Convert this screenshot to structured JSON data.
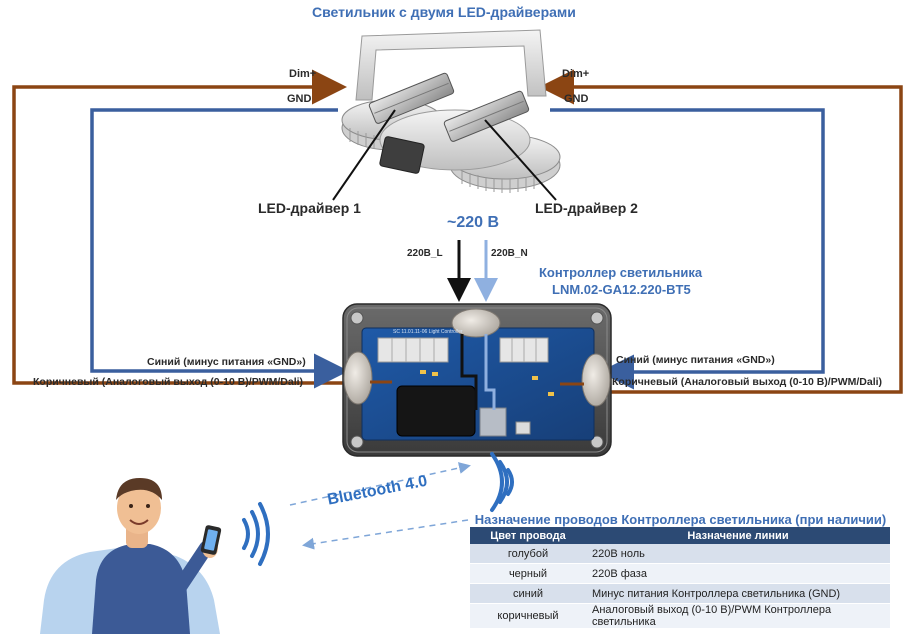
{
  "title": "Светильник с двумя LED-драйверами",
  "lamp": {
    "dim_left": "Dim+",
    "gnd_left": "GND",
    "dim_right": "Dim+",
    "gnd_right": "GND",
    "driver1": "LED-драйвер 1",
    "driver2": "LED-драйвер 2"
  },
  "power": {
    "voltage": "~220 В",
    "line_l": "220В_L",
    "line_n": "220В_N"
  },
  "controller": {
    "title_line1": "Контроллер светильника",
    "title_line2": "LNM.02-GA12.220-BT5",
    "pcb_text": "SC 11.01.11-06 Light Controller"
  },
  "wire_labels": {
    "blue_left": "Синий (минус питания «GND»)",
    "brown_left": "Коричневый (Аналоговый выход (0-10 В)/PWM/Dali)",
    "blue_right": "Синий (минус питания «GND»)",
    "brown_right": "Коричневый (Аналоговый выход (0-10 В)/PWM/Dali)"
  },
  "bluetooth": "Bluetooth 4.0",
  "table": {
    "title": "Назначение проводов Контроллера светильника (при наличии)",
    "headers": [
      "Цвет провода",
      "Назначение линии"
    ],
    "rows": [
      {
        "color": "голубой",
        "purpose": "220В ноль"
      },
      {
        "color": "черный",
        "purpose": "220В фаза"
      },
      {
        "color": "синий",
        "purpose": "Минус питания Контроллера светильника (GND)"
      },
      {
        "color": "коричневый",
        "purpose": "Аналоговый выход (0-10 В)/PWM Контроллера светильника"
      }
    ]
  },
  "colors": {
    "brown_wire": "#8b4513",
    "blue_wire": "#3a5f9e",
    "accent_blue": "#3f6fb5",
    "table_header": "#2c4a74"
  }
}
